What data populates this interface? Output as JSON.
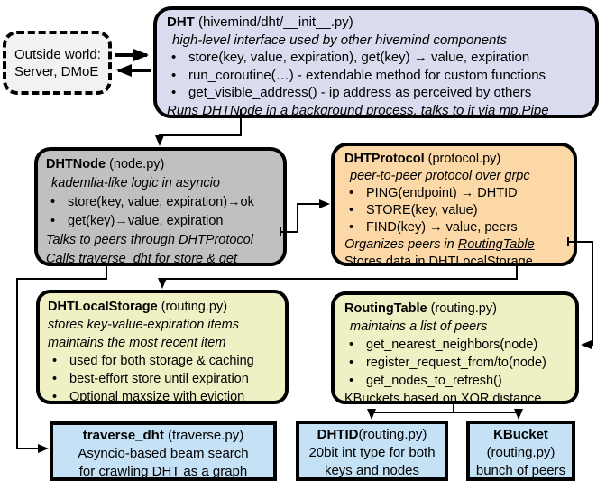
{
  "colors": {
    "dht_fill": "#d8dcee",
    "dhtnode_fill": "#c0c0c0",
    "dhtprotocol_fill": "#fbd8a5",
    "storage_fill": "#f0f0c5",
    "routing_fill": "#f0f0c5",
    "bottom_blue_fill": "#c4e1f5",
    "outside_fill": "#f2f2f2",
    "line_color": "#000000"
  },
  "outside": {
    "line1": "Outside world:",
    "line2": "Server, DMoE"
  },
  "dht": {
    "name": "DHT",
    "file": " (hivemind/dht/__init__.py)",
    "subtitle": "high-level interface used by other hivemind components",
    "bullets": [
      "store(key, value, expiration), get(key) → value, expiration",
      "run_coroutine(…) - extendable method for custom functions",
      "get_visible_address() - ip address as perceived by others"
    ],
    "footer": {
      "pre": "Runs ",
      "link": "DHTNode",
      "post": " in a background process, talks to it via mp.Pipe"
    }
  },
  "dhtnode": {
    "name": "DHTNode",
    "file": " (node.py)",
    "subtitle": "kademlia-like logic in asyncio",
    "bullets": [
      "store(key, value, expiration)→ok",
      "get(key)→value, expiration"
    ],
    "footer1": {
      "pre": "Talks to peers through ",
      "link": "DHTProtocol"
    },
    "footer2": {
      "pre": "Calls ",
      "link": "traverse_dht",
      "post": " for store & get"
    }
  },
  "dhtprotocol": {
    "name": "DHTProtocol",
    "file": " (protocol.py)",
    "subtitle": "peer-to-peer protocol over grpc",
    "bullets": [
      "PING(endpoint) → DHTID",
      "STORE(key, value)",
      "FIND(key) → value, peers"
    ],
    "footer1": {
      "pre": "Organizes peers in ",
      "link": "RoutingTable"
    },
    "footer2": {
      "pre": "Stores data in DHT",
      "link": "LocalStorage"
    }
  },
  "dhtlocalstorage": {
    "name": "DHTLocalStorage",
    "file": " (routing.py)",
    "subtitle1": "stores key-value-expiration items",
    "subtitle2": "maintains the most recent item",
    "bullets": [
      "used for both storage & caching",
      "best-effort store until expiration",
      "Optional maxsize with eviction"
    ]
  },
  "routingtable": {
    "name": "RoutingTable",
    "file": " (routing.py)",
    "subtitle": "maintains a list of peers",
    "bullets": [
      "get_nearest_neighbors(node)",
      "register_request_from/to(node)",
      "get_nodes_to_refresh()"
    ],
    "footer": "KBuckets based on XOR distance"
  },
  "traverse": {
    "name": "traverse_dht",
    "file": " (traverse.py)",
    "line1": "Asyncio-based beam search",
    "line2": "for crawling DHT as a graph"
  },
  "dhtid": {
    "name": "DHTID",
    "file": "(routing.py)",
    "line1": "20bit int type for both",
    "line2": "keys and nodes"
  },
  "kbucket": {
    "name": "KBucket",
    "file": "(routing.py)",
    "line1": "bunch of peers"
  }
}
